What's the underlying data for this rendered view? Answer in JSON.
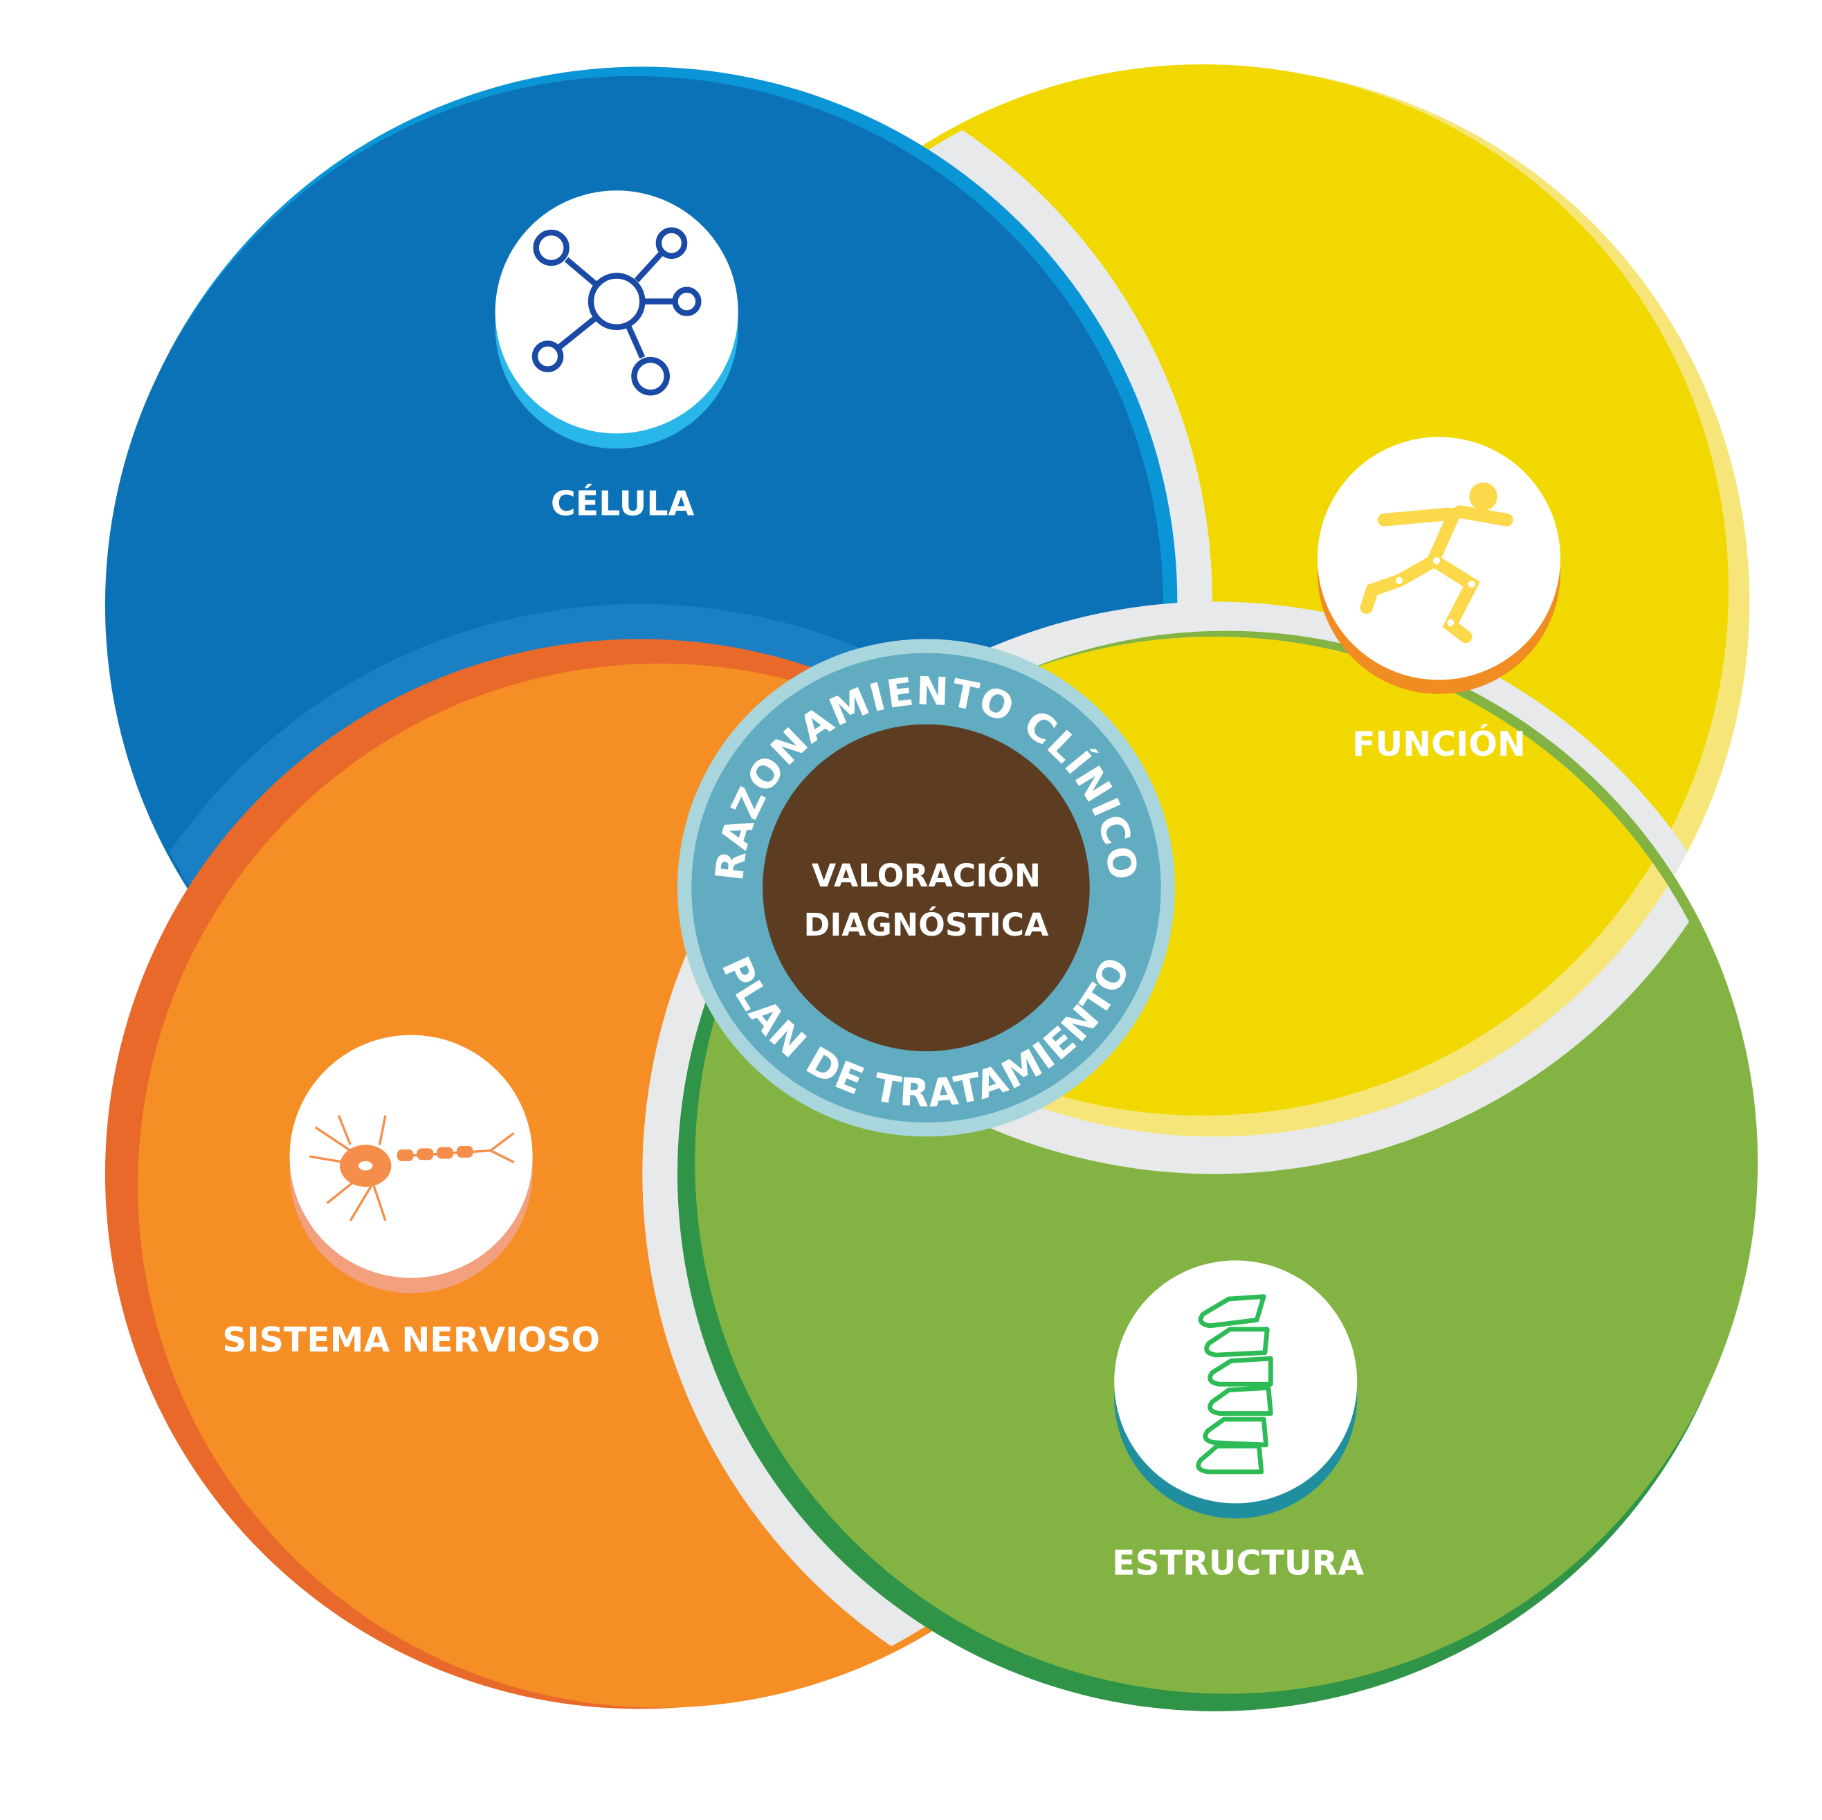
{
  "title": "Razonamiento clínico",
  "colors": {
    "celula": "#0c72b7",
    "funcion": "#f0d800",
    "sistema_nervioso": "#f58e25",
    "estructura": "#83b443",
    "center_core": "#5c3d22",
    "center_ring": "#62acc1"
  },
  "domains": [
    {
      "label": "CÉLULA",
      "icon": "molecule-icon"
    },
    {
      "label": "FUNCIÓN",
      "icon": "runner-icon"
    },
    {
      "label": "SISTEMA NERVIOSO",
      "icon": "neuron-icon"
    },
    {
      "label": "ESTRUCTURA",
      "icon": "spine-icon"
    }
  ],
  "center": {
    "top_arc": "RAZONAMIENTO CLÍNICO",
    "bottom_arc": "PLAN DE TRATAMIENTO",
    "core_line1": "VALORACIÓN",
    "core_line2": "DIAGNÓSTICA"
  }
}
